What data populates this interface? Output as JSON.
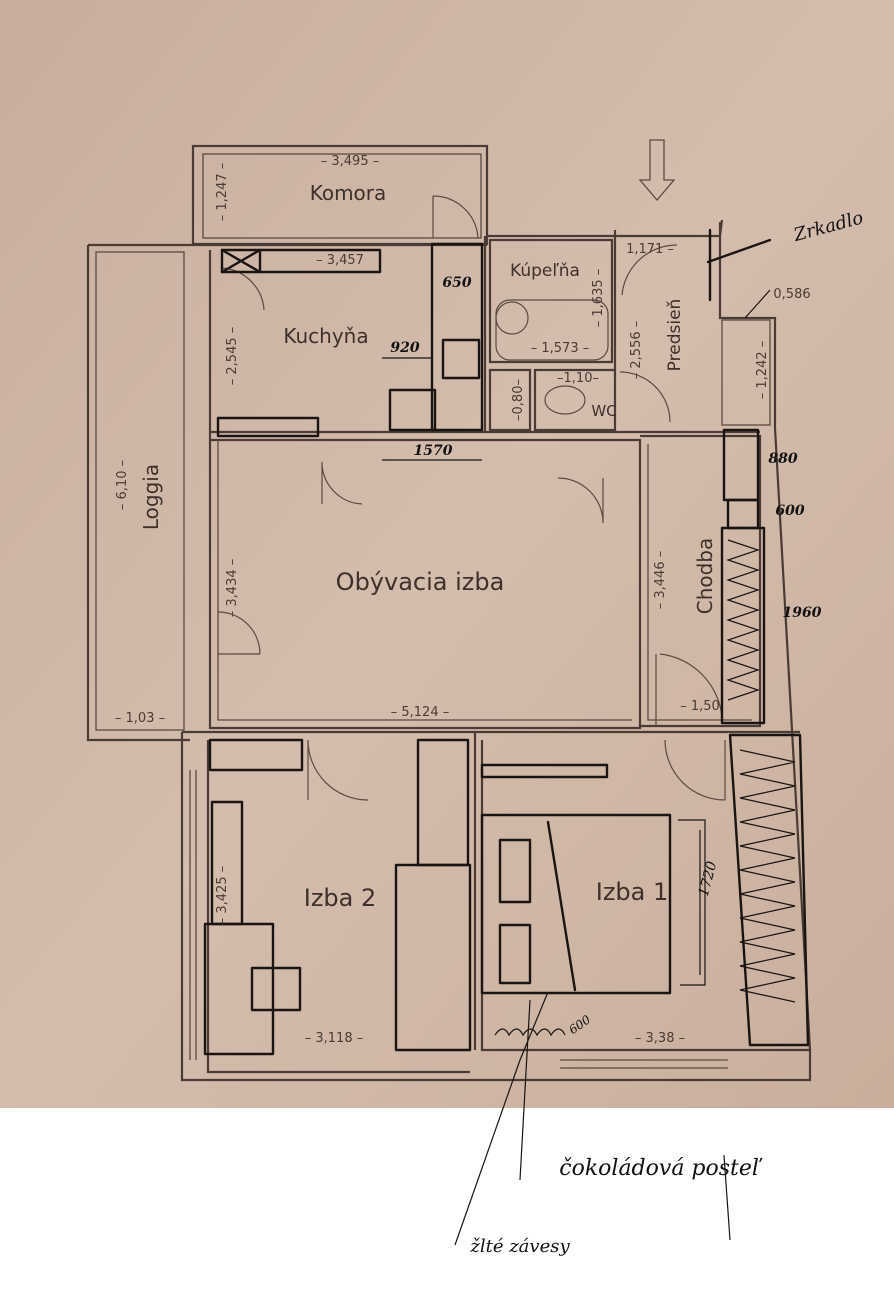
{
  "colors": {
    "paper": "#cdb5a5",
    "ink": "#1a1412",
    "print": "#4a3b35",
    "margin": "#ffffff"
  },
  "rooms": {
    "komora": "Komora",
    "kuchyna": "Kuchyňa",
    "kupelna": "Kúpeľňa",
    "wc": "WC",
    "predsien": "Predsieň",
    "loggia": "Loggia",
    "obyvacia": "Obývacia izba",
    "chodba": "Chodba",
    "izba2": "Izba 2",
    "izba1": "Izba 1"
  },
  "dimensions": {
    "komora_w": "– 3,495 –",
    "komora_h": "– 1,247 –",
    "kuchyna_top": "– 3,457",
    "kuchyna_h": "– 2,545 –",
    "kupelna_h": "– 1,635 –",
    "kupelna_w": "– 1,573 –",
    "predsien_w": "1,171 –",
    "predsien_h": "– 2,556 –",
    "niche_w": "0,586",
    "niche_h": "– 1,242 –",
    "wc_w": "–1,10–",
    "wc_h": "–0,80–",
    "loggia_h": "– 6,10 –",
    "loggia_w": "– 1,03 –",
    "obyvacia_h": "– 3,434 –",
    "obyvacia_w": "– 5,124 –",
    "chodba_h": "– 3,446 –",
    "chodba_w": "– 1,50",
    "izba2_h": "– 3,425 –",
    "izba2_w": "– 3,118 –",
    "izba1_w": "– 3,38 –"
  },
  "handwritten": {
    "counter_depth": "650",
    "fridge_gap": "920",
    "counter_len": "1570",
    "wardrobe_1": "880",
    "wardrobe_2": "600",
    "wardrobe_3": "1960",
    "bed_len": "1720",
    "bed_gap": "600",
    "mirror": "Zrkadlo",
    "bed_note": "čokoládová posteľ",
    "curtain_note": "žlté závesy"
  }
}
